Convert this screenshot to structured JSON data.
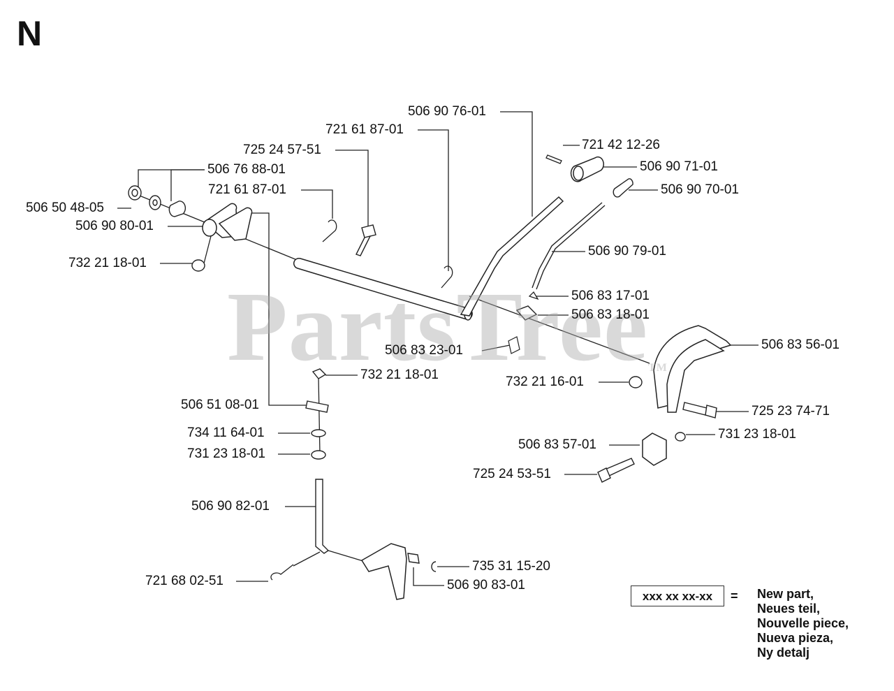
{
  "section_letter": "N",
  "watermark": {
    "text": "PartsTree",
    "mark": "TM"
  },
  "parts": [
    {
      "id": "p1",
      "number": "506 90 76-01"
    },
    {
      "id": "p2",
      "number": "721 61 87-01"
    },
    {
      "id": "p3",
      "number": "725 24 57-51"
    },
    {
      "id": "p4",
      "number": "721 42 12-26"
    },
    {
      "id": "p5",
      "number": "506 90 71-01"
    },
    {
      "id": "p6",
      "number": "506 76 88-01"
    },
    {
      "id": "p7",
      "number": "506 90 70-01"
    },
    {
      "id": "p8",
      "number": "721 61 87-01"
    },
    {
      "id": "p9",
      "number": "506 50 48-05"
    },
    {
      "id": "p10",
      "number": "506 90 80-01"
    },
    {
      "id": "p11",
      "number": "506 90 79-01"
    },
    {
      "id": "p12",
      "number": "732 21 18-01"
    },
    {
      "id": "p13",
      "number": "506 83 17-01"
    },
    {
      "id": "p14",
      "number": "506 83 18-01"
    },
    {
      "id": "p15",
      "number": "506 83 56-01"
    },
    {
      "id": "p16",
      "number": "506 83 23-01"
    },
    {
      "id": "p17",
      "number": "732 21 18-01"
    },
    {
      "id": "p18",
      "number": "732 21 16-01"
    },
    {
      "id": "p19",
      "number": "506 51 08-01"
    },
    {
      "id": "p20",
      "number": "725 23 74-71"
    },
    {
      "id": "p21",
      "number": "734 11 64-01"
    },
    {
      "id": "p22",
      "number": "731 23 18-01"
    },
    {
      "id": "p23",
      "number": "506 83 57-01"
    },
    {
      "id": "p24",
      "number": "731 23 18-01"
    },
    {
      "id": "p25",
      "number": "725 24 53-51"
    },
    {
      "id": "p26",
      "number": "506 90 82-01"
    },
    {
      "id": "p27",
      "number": "735 31 15-20"
    },
    {
      "id": "p28",
      "number": "721 68 02-51"
    },
    {
      "id": "p29",
      "number": "506 90 83-01"
    }
  ],
  "legend": {
    "box_text": "xxx xx xx-xx",
    "equals": "=",
    "lines": [
      "New part,",
      "Neues teil,",
      "Nouvelle piece,",
      "Nueva pieza,",
      "Ny detalj"
    ]
  }
}
